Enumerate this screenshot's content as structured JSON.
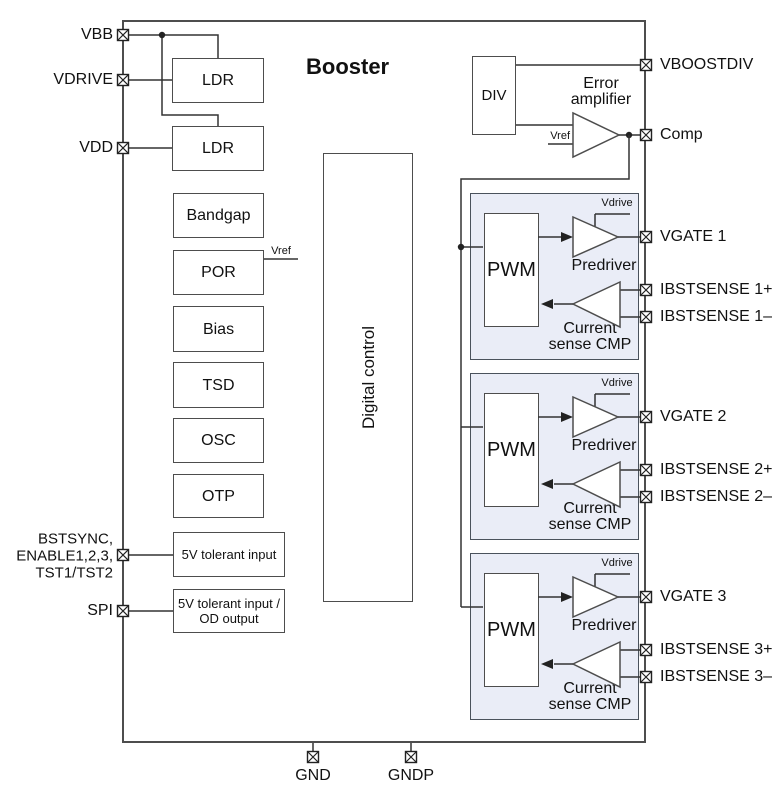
{
  "title": "Booster",
  "colors": {
    "wire": "#333333",
    "block_border": "#4d4d4d",
    "channel_fill": "#EAEDF7",
    "channel_border": "#4A525C"
  },
  "blocks": {
    "ldr_top": "LDR",
    "ldr_bottom": "LDR",
    "bandgap": "Bandgap",
    "por": "POR",
    "bias": "Bias",
    "tsd": "TSD",
    "osc": "OSC",
    "otp": "OTP",
    "tolerant_input": "5V tolerant input",
    "tolerant_io": "5V tolerant input /\nOD  output",
    "digital_control": "Digital control",
    "div": "DIV",
    "error_amplifier": "Error\namplifier"
  },
  "nets": {
    "vref_por": "Vref",
    "vref_ea": "Vref"
  },
  "channels": [
    {
      "pwm": "PWM",
      "predriver_label": "Predriver",
      "current_sense_label": "Current\nsense CMP",
      "vdrive_label": "Vdrive",
      "vgate_pin": "VGATE 1",
      "sense_plus_pin": "IBSTSENSE 1+",
      "sense_minus_pin": "IBSTSENSE 1–"
    },
    {
      "pwm": "PWM",
      "predriver_label": "Predriver",
      "current_sense_label": "Current\nsense CMP",
      "vdrive_label": "Vdrive",
      "vgate_pin": "VGATE 2",
      "sense_plus_pin": "IBSTSENSE 2+",
      "sense_minus_pin": "IBSTSENSE 2–"
    },
    {
      "pwm": "PWM",
      "predriver_label": "Predriver",
      "current_sense_label": "Current\nsense CMP",
      "vdrive_label": "Vdrive",
      "vgate_pin": "VGATE 3",
      "sense_plus_pin": "IBSTSENSE 3+",
      "sense_minus_pin": "IBSTSENSE 3–"
    }
  ],
  "pins_left": [
    {
      "label": "VBB"
    },
    {
      "label": "VDRIVE"
    },
    {
      "label": "VDD"
    },
    {
      "label": "BSTSYNC,\nENABLE1,2,3,\nTST1/TST2"
    },
    {
      "label": "SPI"
    }
  ],
  "pins_right": [
    {
      "label": "VBOOSTDIV"
    },
    {
      "label": "Comp"
    }
  ],
  "pins_bottom": [
    {
      "label": "GND"
    },
    {
      "label": "GNDP"
    }
  ]
}
